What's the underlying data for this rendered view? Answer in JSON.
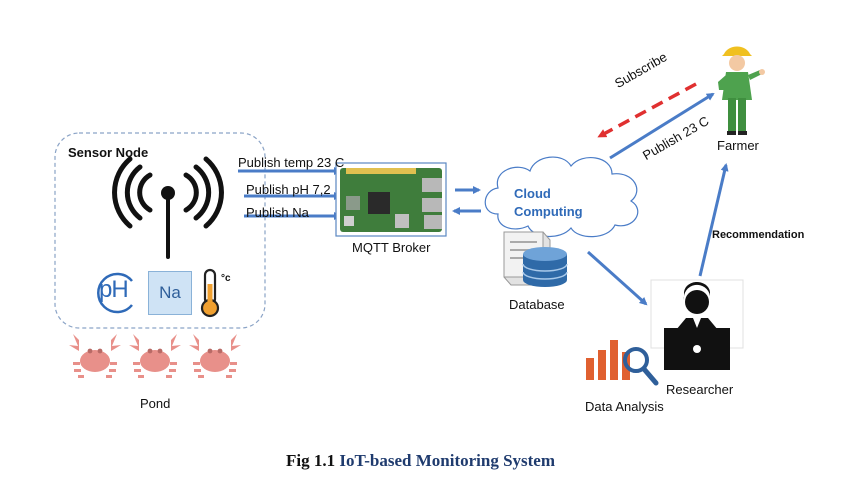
{
  "diagram": {
    "sensor_node": {
      "title": "Sensor Node",
      "icons": [
        "antenna-icon",
        "ph-icon",
        "sodium-icon",
        "thermometer-icon"
      ],
      "ph_symbol": "pH",
      "na_symbol": "Na",
      "temp_unit": "°c"
    },
    "publish_labels": [
      "Publish temp 23 C",
      "Publish pH 7,2",
      "Publish Na"
    ],
    "broker": {
      "label": "MQTT Broker"
    },
    "cloud": {
      "line1": "Cloud",
      "line2": "Computing"
    },
    "database": {
      "label": "Database"
    },
    "pond": {
      "label": "Pond"
    },
    "farmer": {
      "label": "Farmer"
    },
    "subscribe": {
      "label": "Subscribe"
    },
    "publish_farmer": {
      "label": "Publish  23 C"
    },
    "recommendation": {
      "label": "Recommendation"
    },
    "researcher": {
      "label": "Researcher"
    },
    "data_analysis": {
      "label": "Data Analysis"
    },
    "colors": {
      "arrow_blue": "#4a7cc7",
      "subscribe_red": "#e03030",
      "crab": "#e8908a",
      "cloud_text": "#2f6ab8"
    }
  },
  "caption": {
    "prefix": "Fig 1.1",
    "title": "IoT-based Monitoring System"
  }
}
